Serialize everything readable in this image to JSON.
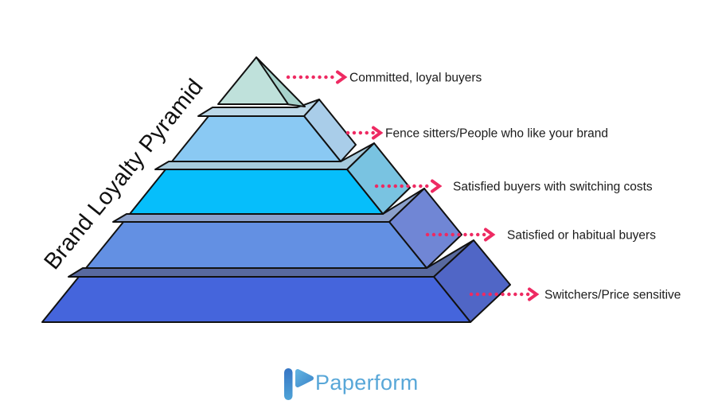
{
  "title": "Brand Loyalty Pyramid",
  "colors": {
    "arrow": "#EE2A62",
    "outline": "#111111",
    "label_text": "#1c1c1c"
  },
  "tiers": [
    {
      "id": "committed",
      "label": "Committed, loyal buyers",
      "front": "#BFE1DB",
      "side": "#A8D3CC"
    },
    {
      "id": "fence-sitters",
      "label": "Fence sitters/People who like your brand",
      "front": "#8AC9F3",
      "side": "#A9CDE9",
      "rim": "#BCD8E8"
    },
    {
      "id": "switching-costs",
      "label": "Satisfied buyers with switching costs",
      "front": "#06BEFB",
      "side": "#79C3E1",
      "rim": "#A7CBDD"
    },
    {
      "id": "habitual",
      "label": "Satisfied or habitual buyers",
      "front": "#6390E3",
      "side": "#7086D5",
      "rim": "#8BA0CB"
    },
    {
      "id": "switchers",
      "label": "Switchers/Price sensitive",
      "front": "#4565DC",
      "side": "#5066C6",
      "rim": "#58699F"
    }
  ],
  "footer": {
    "brand": "Paperform",
    "wordmark_color": "#58A7D8",
    "icon_bar_top": "#3575C4",
    "icon_bar_bottom": "#4FA3D7",
    "icon_flag": "#4D9FD6"
  }
}
